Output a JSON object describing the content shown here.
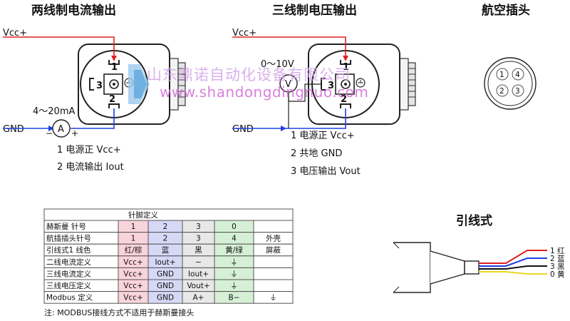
{
  "titles": {
    "two_wire": "两线制电流输出",
    "three_wire": "三线制电压输出",
    "aviation": "航空插头",
    "lead_wire": "引线式"
  },
  "two_wire": {
    "vcc": "Vcc+",
    "gnd": "GND",
    "current_range": "4～20mA",
    "ammeter": "A",
    "minus": "−",
    "plus": "+",
    "pin_1": "1",
    "pin_2": "2",
    "pin_3": "3",
    "legend": [
      "1  电源正 Vcc+",
      "2  电流输出 Iout"
    ]
  },
  "three_wire": {
    "vcc": "Vcc+",
    "gnd": "GND",
    "voltage_range": "0～10V",
    "voltmeter": "V",
    "pin_1": "1",
    "pin_2": "2",
    "pin_3": "3",
    "legend": [
      "1  电源正 Vcc+",
      "2  共地 GND",
      "3  电压输出 Vout"
    ]
  },
  "aviation_pins": [
    "1",
    "4",
    "2",
    "3"
  ],
  "watermark": {
    "company": "山东鼎诺自动化设备有限公司",
    "site": "www.shandongdingnuo.com"
  },
  "table": {
    "title": "针脚定义",
    "rows": [
      [
        "赫斯曼  针号",
        "1",
        "2",
        "3",
        "0",
        ""
      ],
      [
        "航插插头针号",
        "1",
        "2",
        "3",
        "4",
        "外壳"
      ],
      [
        "引线式1 线色",
        "红/棕",
        "蓝",
        "黑",
        "黄/绿",
        "屏蔽"
      ],
      [
        "二线电流定义",
        "Vcc+",
        "Iout+",
        "−",
        "⏚",
        ""
      ],
      [
        "三线电流定义",
        "Vcc+",
        "GND",
        "Iout+",
        "⏚",
        ""
      ],
      [
        "三线电压定义",
        "Vcc+",
        "GND",
        "Vout+",
        "⏚",
        ""
      ],
      [
        "Modbus  定义",
        "Vcc+",
        "GND",
        "A+",
        "B−",
        "⏚"
      ]
    ],
    "col_colors": [
      "#ffffff",
      "#fad4dc",
      "#d6d8f6",
      "#e8e8e8",
      "#d6f0d6",
      "#ffffff"
    ]
  },
  "note": "注: MODBUS接线方式不适用于赫斯曼接头",
  "lead_labels": [
    {
      "num": "1",
      "color_name": "红",
      "hex": "#e02020"
    },
    {
      "num": "2",
      "color_name": "蓝",
      "hex": "#2040e0"
    },
    {
      "num": "3",
      "color_name": "黑",
      "hex": "#111111"
    },
    {
      "num": "0",
      "color_name": "黄",
      "hex": "#e8d820"
    }
  ]
}
